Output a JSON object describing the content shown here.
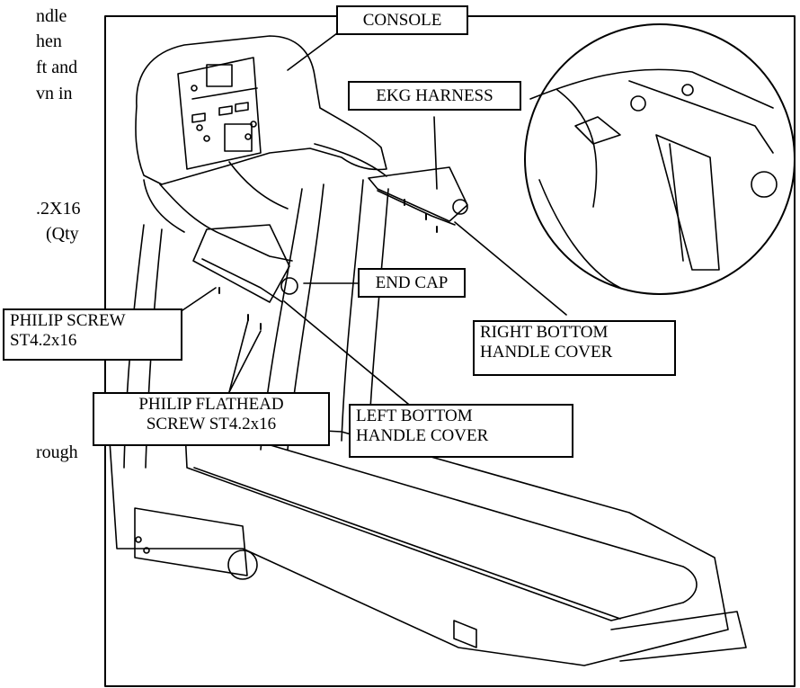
{
  "left_text_fragments": [
    "ndle",
    "hen",
    "ft and",
    "vn in",
    ".2X16",
    "(Qty",
    "rough"
  ],
  "callouts": {
    "console": "CONSOLE",
    "ekg_harness": "EKG HARNESS",
    "end_cap": "END CAP",
    "philip_screw": [
      "PHILIP SCREW",
      "ST4.2x16"
    ],
    "philip_flathead_screw": [
      "PHILIP FLATHEAD",
      "SCREW ST4.2x16"
    ],
    "left_bottom_handle_cover": [
      "LEFT BOTTOM",
      "HANDLE COVER"
    ],
    "right_bottom_handle_cover": [
      "RIGHT BOTTOM",
      "HANDLE COVER"
    ]
  }
}
